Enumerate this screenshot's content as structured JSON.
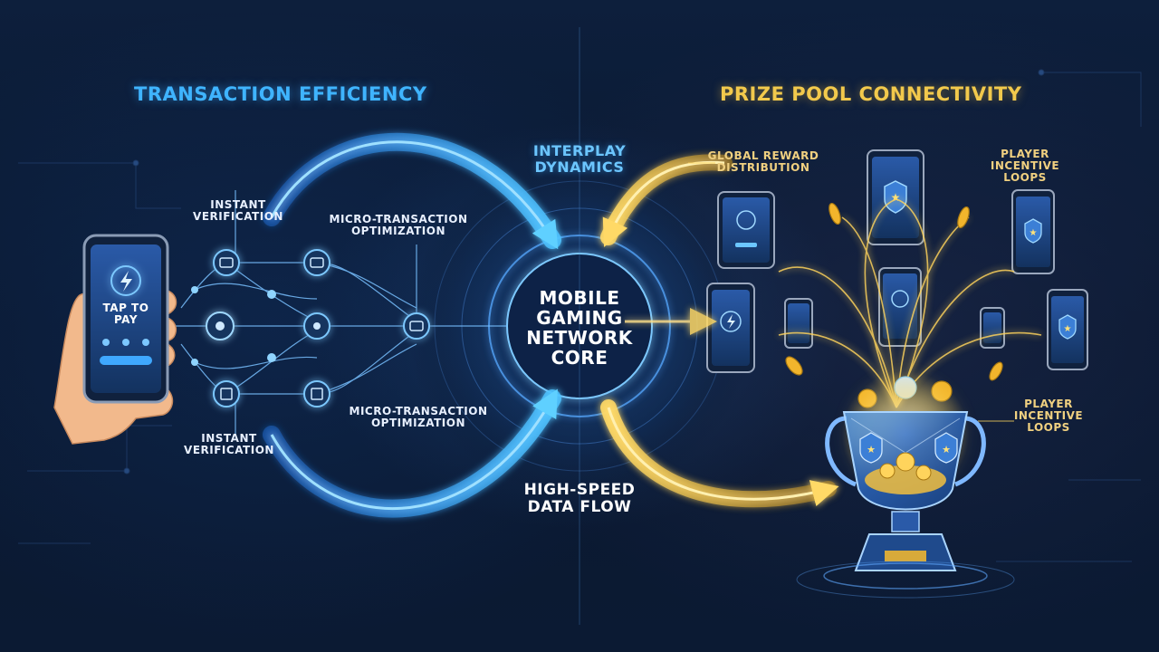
{
  "titles": {
    "left": "TRANSACTION EFFICIENCY",
    "right": "PRIZE POOL CONNECTIVITY"
  },
  "left_labels": {
    "instant_verification_top": "INSTANT VERIFICATION",
    "micro_tx_top": "MICRO-TRANSACTION OPTIMIZATION",
    "instant_verification_bottom": "INSTANT VERIFICATION",
    "micro_tx_bottom": "MICRO-TRANSACTION OPTIMIZATION"
  },
  "phone": {
    "tap_label": "TAP TO PAY"
  },
  "center": {
    "interplay": "INTERPLAY DYNAMICS",
    "core": "MOBILE GAMING NETWORK CORE",
    "data_flow": "HIGH-SPEED DATA FLOW"
  },
  "right_labels": {
    "global_reward": "GLOBAL REWARD DISTRIBUTION",
    "player_loops_top": "PLAYER INCENTIVE LOOPS",
    "player_loops_mid": "PLAYER INCENTIVE LOOPS"
  },
  "colors": {
    "accent_blue": "#3fb4ff",
    "accent_gold": "#f2c94c",
    "background": "#0b1a33"
  },
  "icons": [
    "lightning-icon",
    "shield-star-icon",
    "trophy-icon",
    "coin-icon",
    "hand-icon"
  ]
}
